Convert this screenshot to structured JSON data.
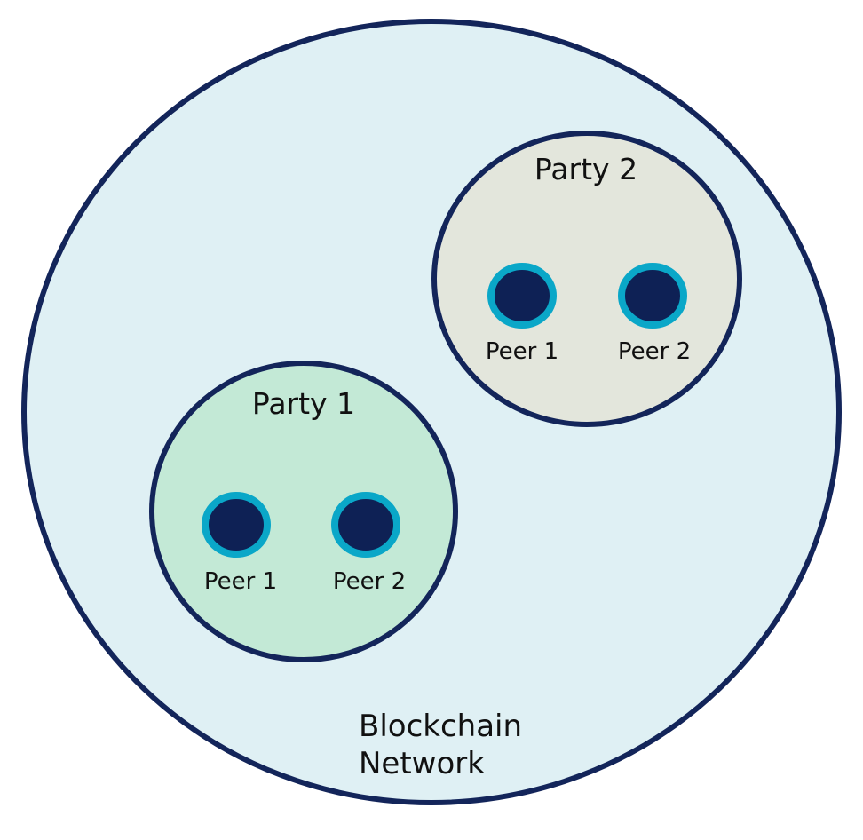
{
  "network": {
    "label_line1": "Blockchain",
    "label_line2": "Network"
  },
  "parties": [
    {
      "title": "Party 1",
      "peers": [
        "Peer 1",
        "Peer 2"
      ]
    },
    {
      "title": "Party 2",
      "peers": [
        "Peer 1",
        "Peer 2"
      ]
    }
  ],
  "colors": {
    "outline": "#13255a",
    "network_fill": "#dff0f4",
    "party1_fill": "#c3e9d6",
    "party2_fill": "#e3e6dc",
    "peer_ring": "#0aa7c8",
    "peer_core": "#0e2155"
  }
}
